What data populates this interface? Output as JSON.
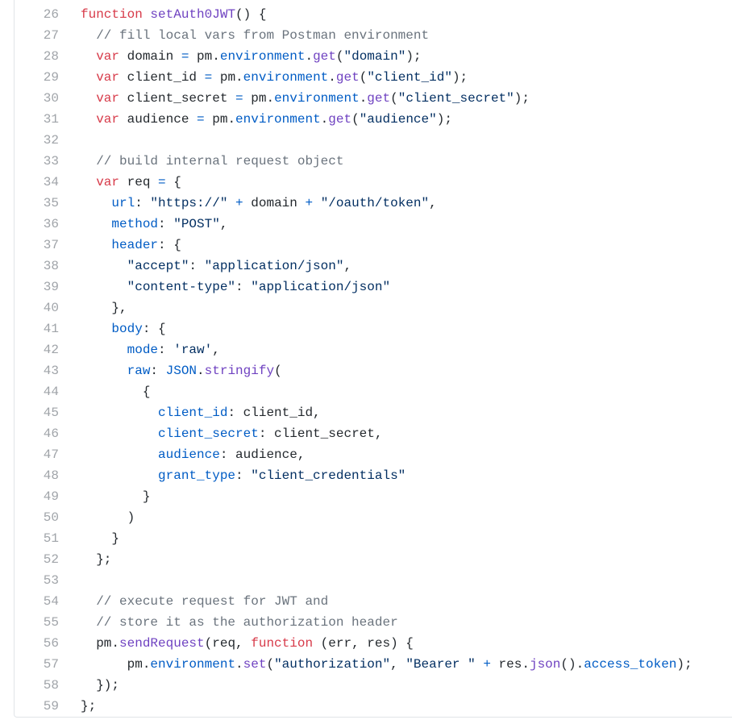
{
  "colors": {
    "keyword": "#d73a49",
    "function": "#6f42c1",
    "property": "#005cc5",
    "string": "#032f62",
    "comment": "#6a737d",
    "operator": "#005cc5",
    "plain": "#24292e",
    "line_number": "#a0a4a9",
    "border": "#e1e4e8"
  },
  "code": {
    "language": "javascript",
    "lines": [
      {
        "number": "26",
        "tokens": [
          {
            "t": "kw",
            "v": "function"
          },
          {
            "t": "pl",
            "v": " "
          },
          {
            "t": "fn",
            "v": "setAuth0JWT"
          },
          {
            "t": "pl",
            "v": "() {"
          }
        ]
      },
      {
        "number": "27",
        "tokens": [
          {
            "t": "pl",
            "v": "  "
          },
          {
            "t": "cm",
            "v": "// fill local vars from Postman environment"
          }
        ]
      },
      {
        "number": "28",
        "tokens": [
          {
            "t": "pl",
            "v": "  "
          },
          {
            "t": "kw",
            "v": "var"
          },
          {
            "t": "pl",
            "v": " domain "
          },
          {
            "t": "op",
            "v": "="
          },
          {
            "t": "pl",
            "v": " pm."
          },
          {
            "t": "prop",
            "v": "environment"
          },
          {
            "t": "pl",
            "v": "."
          },
          {
            "t": "fn",
            "v": "get"
          },
          {
            "t": "pl",
            "v": "("
          },
          {
            "t": "str",
            "v": "\"domain\""
          },
          {
            "t": "pl",
            "v": ");"
          }
        ]
      },
      {
        "number": "29",
        "tokens": [
          {
            "t": "pl",
            "v": "  "
          },
          {
            "t": "kw",
            "v": "var"
          },
          {
            "t": "pl",
            "v": " client_id "
          },
          {
            "t": "op",
            "v": "="
          },
          {
            "t": "pl",
            "v": " pm."
          },
          {
            "t": "prop",
            "v": "environment"
          },
          {
            "t": "pl",
            "v": "."
          },
          {
            "t": "fn",
            "v": "get"
          },
          {
            "t": "pl",
            "v": "("
          },
          {
            "t": "str",
            "v": "\"client_id\""
          },
          {
            "t": "pl",
            "v": ");"
          }
        ]
      },
      {
        "number": "30",
        "tokens": [
          {
            "t": "pl",
            "v": "  "
          },
          {
            "t": "kw",
            "v": "var"
          },
          {
            "t": "pl",
            "v": " client_secret "
          },
          {
            "t": "op",
            "v": "="
          },
          {
            "t": "pl",
            "v": " pm."
          },
          {
            "t": "prop",
            "v": "environment"
          },
          {
            "t": "pl",
            "v": "."
          },
          {
            "t": "fn",
            "v": "get"
          },
          {
            "t": "pl",
            "v": "("
          },
          {
            "t": "str",
            "v": "\"client_secret\""
          },
          {
            "t": "pl",
            "v": ");"
          }
        ]
      },
      {
        "number": "31",
        "tokens": [
          {
            "t": "pl",
            "v": "  "
          },
          {
            "t": "kw",
            "v": "var"
          },
          {
            "t": "pl",
            "v": " audience "
          },
          {
            "t": "op",
            "v": "="
          },
          {
            "t": "pl",
            "v": " pm."
          },
          {
            "t": "prop",
            "v": "environment"
          },
          {
            "t": "pl",
            "v": "."
          },
          {
            "t": "fn",
            "v": "get"
          },
          {
            "t": "pl",
            "v": "("
          },
          {
            "t": "str",
            "v": "\"audience\""
          },
          {
            "t": "pl",
            "v": ");"
          }
        ]
      },
      {
        "number": "32",
        "tokens": []
      },
      {
        "number": "33",
        "tokens": [
          {
            "t": "pl",
            "v": "  "
          },
          {
            "t": "cm",
            "v": "// build internal request object"
          }
        ]
      },
      {
        "number": "34",
        "tokens": [
          {
            "t": "pl",
            "v": "  "
          },
          {
            "t": "kw",
            "v": "var"
          },
          {
            "t": "pl",
            "v": " req "
          },
          {
            "t": "op",
            "v": "="
          },
          {
            "t": "pl",
            "v": " {"
          }
        ]
      },
      {
        "number": "35",
        "tokens": [
          {
            "t": "pl",
            "v": "    "
          },
          {
            "t": "prop",
            "v": "url"
          },
          {
            "t": "pl",
            "v": ": "
          },
          {
            "t": "str",
            "v": "\"https://\""
          },
          {
            "t": "pl",
            "v": " "
          },
          {
            "t": "op",
            "v": "+"
          },
          {
            "t": "pl",
            "v": " domain "
          },
          {
            "t": "op",
            "v": "+"
          },
          {
            "t": "pl",
            "v": " "
          },
          {
            "t": "str",
            "v": "\"/oauth/token\""
          },
          {
            "t": "pl",
            "v": ","
          }
        ]
      },
      {
        "number": "36",
        "tokens": [
          {
            "t": "pl",
            "v": "    "
          },
          {
            "t": "prop",
            "v": "method"
          },
          {
            "t": "pl",
            "v": ": "
          },
          {
            "t": "str",
            "v": "\"POST\""
          },
          {
            "t": "pl",
            "v": ","
          }
        ]
      },
      {
        "number": "37",
        "tokens": [
          {
            "t": "pl",
            "v": "    "
          },
          {
            "t": "prop",
            "v": "header"
          },
          {
            "t": "pl",
            "v": ": {"
          }
        ]
      },
      {
        "number": "38",
        "tokens": [
          {
            "t": "pl",
            "v": "      "
          },
          {
            "t": "str",
            "v": "\"accept\""
          },
          {
            "t": "pl",
            "v": ": "
          },
          {
            "t": "str",
            "v": "\"application/json\""
          },
          {
            "t": "pl",
            "v": ","
          }
        ]
      },
      {
        "number": "39",
        "tokens": [
          {
            "t": "pl",
            "v": "      "
          },
          {
            "t": "str",
            "v": "\"content-type\""
          },
          {
            "t": "pl",
            "v": ": "
          },
          {
            "t": "str",
            "v": "\"application/json\""
          }
        ]
      },
      {
        "number": "40",
        "tokens": [
          {
            "t": "pl",
            "v": "    },"
          }
        ]
      },
      {
        "number": "41",
        "tokens": [
          {
            "t": "pl",
            "v": "    "
          },
          {
            "t": "prop",
            "v": "body"
          },
          {
            "t": "pl",
            "v": ": {"
          }
        ]
      },
      {
        "number": "42",
        "tokens": [
          {
            "t": "pl",
            "v": "      "
          },
          {
            "t": "prop",
            "v": "mode"
          },
          {
            "t": "pl",
            "v": ": "
          },
          {
            "t": "str",
            "v": "'raw'"
          },
          {
            "t": "pl",
            "v": ","
          }
        ]
      },
      {
        "number": "43",
        "tokens": [
          {
            "t": "pl",
            "v": "      "
          },
          {
            "t": "prop",
            "v": "raw"
          },
          {
            "t": "pl",
            "v": ": "
          },
          {
            "t": "prop",
            "v": "JSON"
          },
          {
            "t": "pl",
            "v": "."
          },
          {
            "t": "fn",
            "v": "stringify"
          },
          {
            "t": "pl",
            "v": "("
          }
        ]
      },
      {
        "number": "44",
        "tokens": [
          {
            "t": "pl",
            "v": "        {"
          }
        ]
      },
      {
        "number": "45",
        "tokens": [
          {
            "t": "pl",
            "v": "          "
          },
          {
            "t": "prop",
            "v": "client_id"
          },
          {
            "t": "pl",
            "v": ": client_id,"
          }
        ]
      },
      {
        "number": "46",
        "tokens": [
          {
            "t": "pl",
            "v": "          "
          },
          {
            "t": "prop",
            "v": "client_secret"
          },
          {
            "t": "pl",
            "v": ": client_secret,"
          }
        ]
      },
      {
        "number": "47",
        "tokens": [
          {
            "t": "pl",
            "v": "          "
          },
          {
            "t": "prop",
            "v": "audience"
          },
          {
            "t": "pl",
            "v": ": audience,"
          }
        ]
      },
      {
        "number": "48",
        "tokens": [
          {
            "t": "pl",
            "v": "          "
          },
          {
            "t": "prop",
            "v": "grant_type"
          },
          {
            "t": "pl",
            "v": ": "
          },
          {
            "t": "str",
            "v": "\"client_credentials\""
          }
        ]
      },
      {
        "number": "49",
        "tokens": [
          {
            "t": "pl",
            "v": "        }"
          }
        ]
      },
      {
        "number": "50",
        "tokens": [
          {
            "t": "pl",
            "v": "      )"
          }
        ]
      },
      {
        "number": "51",
        "tokens": [
          {
            "t": "pl",
            "v": "    }"
          }
        ]
      },
      {
        "number": "52",
        "tokens": [
          {
            "t": "pl",
            "v": "  };"
          }
        ]
      },
      {
        "number": "53",
        "tokens": []
      },
      {
        "number": "54",
        "tokens": [
          {
            "t": "pl",
            "v": "  "
          },
          {
            "t": "cm",
            "v": "// execute request for JWT and"
          }
        ]
      },
      {
        "number": "55",
        "tokens": [
          {
            "t": "pl",
            "v": "  "
          },
          {
            "t": "cm",
            "v": "// store it as the authorization header"
          }
        ]
      },
      {
        "number": "56",
        "tokens": [
          {
            "t": "pl",
            "v": "  pm."
          },
          {
            "t": "fn",
            "v": "sendRequest"
          },
          {
            "t": "pl",
            "v": "(req, "
          },
          {
            "t": "kw",
            "v": "function"
          },
          {
            "t": "pl",
            "v": " (err, res) {"
          }
        ]
      },
      {
        "number": "57",
        "tokens": [
          {
            "t": "pl",
            "v": "      pm."
          },
          {
            "t": "prop",
            "v": "environment"
          },
          {
            "t": "pl",
            "v": "."
          },
          {
            "t": "fn",
            "v": "set"
          },
          {
            "t": "pl",
            "v": "("
          },
          {
            "t": "str",
            "v": "\"authorization\""
          },
          {
            "t": "pl",
            "v": ", "
          },
          {
            "t": "str",
            "v": "\"Bearer \""
          },
          {
            "t": "pl",
            "v": " "
          },
          {
            "t": "op",
            "v": "+"
          },
          {
            "t": "pl",
            "v": " res."
          },
          {
            "t": "fn",
            "v": "json"
          },
          {
            "t": "pl",
            "v": "()."
          },
          {
            "t": "prop",
            "v": "access_token"
          },
          {
            "t": "pl",
            "v": ");"
          }
        ]
      },
      {
        "number": "58",
        "tokens": [
          {
            "t": "pl",
            "v": "  });"
          }
        ]
      },
      {
        "number": "59",
        "tokens": [
          {
            "t": "pl",
            "v": "};"
          }
        ]
      }
    ]
  }
}
